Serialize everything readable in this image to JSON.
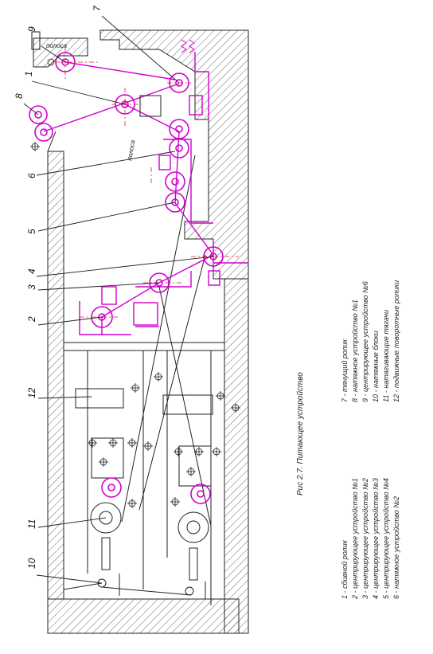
{
  "figure": {
    "caption": "Рис 2.7. Питающее устройство",
    "numbers": [
      "9",
      "7",
      "1",
      "8",
      "6",
      "5",
      "4",
      "3",
      "2",
      "12",
      "11",
      "10"
    ],
    "paper_labels": [
      "полоса",
      "полоса"
    ],
    "legend": [
      "1 - сбивной ролик",
      "2 - центрирующее устройство №1",
      "3 - центрирующее устройство №2",
      "4 - центрирующее устройство №3",
      "5 - центрирующее устройство №4",
      "6 - натяжное устройство №2",
      "7 - тянущий ролик",
      "8 - натяжное устройство №1",
      "9 - центрирующее устройство №6",
      "10 - натяжные блоки",
      "11 - натягивающие тягачи",
      "12 - подвижные поворотные ролики"
    ]
  }
}
